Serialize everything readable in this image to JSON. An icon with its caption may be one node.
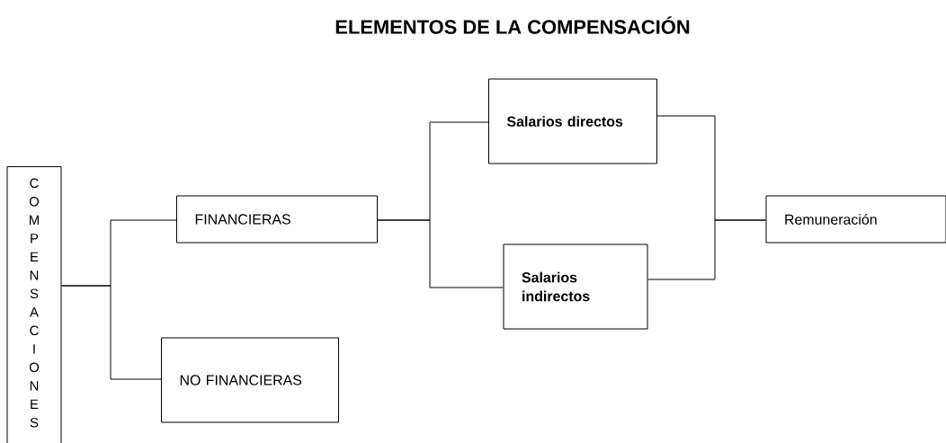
{
  "diagram": {
    "title": "ELEMENTOS DE LA COMPENSACIÓN",
    "nodes": [
      {
        "text": [
          "COMPENSACIONES"
        ]
      },
      {
        "text": [
          "FINANCIERAS"
        ]
      },
      {
        "text": [
          "NO FINANCIERAS"
        ]
      },
      {
        "text": [
          "Salarios directos"
        ]
      },
      {
        "text": [
          "Salarios indirectos"
        ]
      },
      {
        "text": [
          "Remuneración"
        ]
      }
    ],
    "edges": [
      {
        "from": 0,
        "to": 1,
        "arrow": "none"
      },
      {
        "from": 0,
        "to": 2,
        "arrow": "none"
      },
      {
        "from": 1,
        "to": 3,
        "arrow": "none"
      },
      {
        "from": 1,
        "to": 4,
        "arrow": "none"
      },
      {
        "from": 3,
        "to": 5,
        "arrow": "none"
      },
      {
        "from": 4,
        "to": 5,
        "arrow": "none"
      }
    ]
  }
}
